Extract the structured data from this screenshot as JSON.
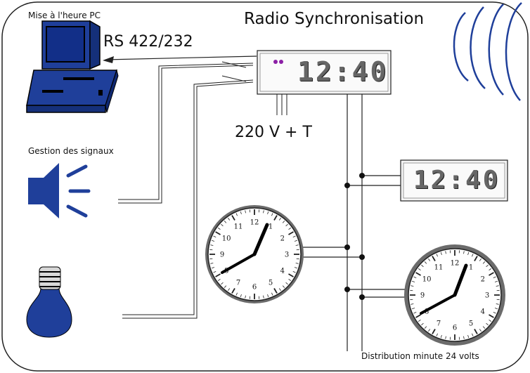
{
  "labels": {
    "pc_time": "Mise à l'heure PC",
    "title": "Radio Synchronisation",
    "serial": "RS 422/232",
    "power": "220 V + T",
    "signals": "Gestion des signaux",
    "distribution": "Distribution minute 24 volts"
  },
  "displays": {
    "master": "12:40",
    "slave": "12:40"
  },
  "clock_numerals": [
    "12",
    "1",
    "2",
    "3",
    "4",
    "5",
    "6",
    "7",
    "8",
    "9",
    "10",
    "11"
  ],
  "colors": {
    "device_blue": "#1f3f9a",
    "wire": "#222222",
    "led": "#8b1fa5"
  },
  "icons": [
    "computer-icon",
    "speaker-icon",
    "light-bulb-icon",
    "radio-waves-icon",
    "analog-clock-icon"
  ]
}
